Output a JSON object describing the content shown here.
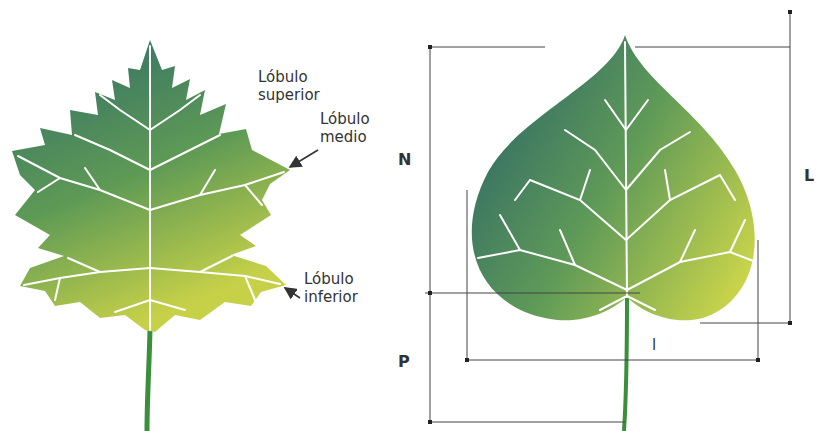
{
  "diagram": {
    "labels": [
      "Lóbulo superior",
      "Lóbulo medio",
      "Lóbulo inferior",
      "N",
      "P",
      "L",
      "l"
    ]
  }
}
